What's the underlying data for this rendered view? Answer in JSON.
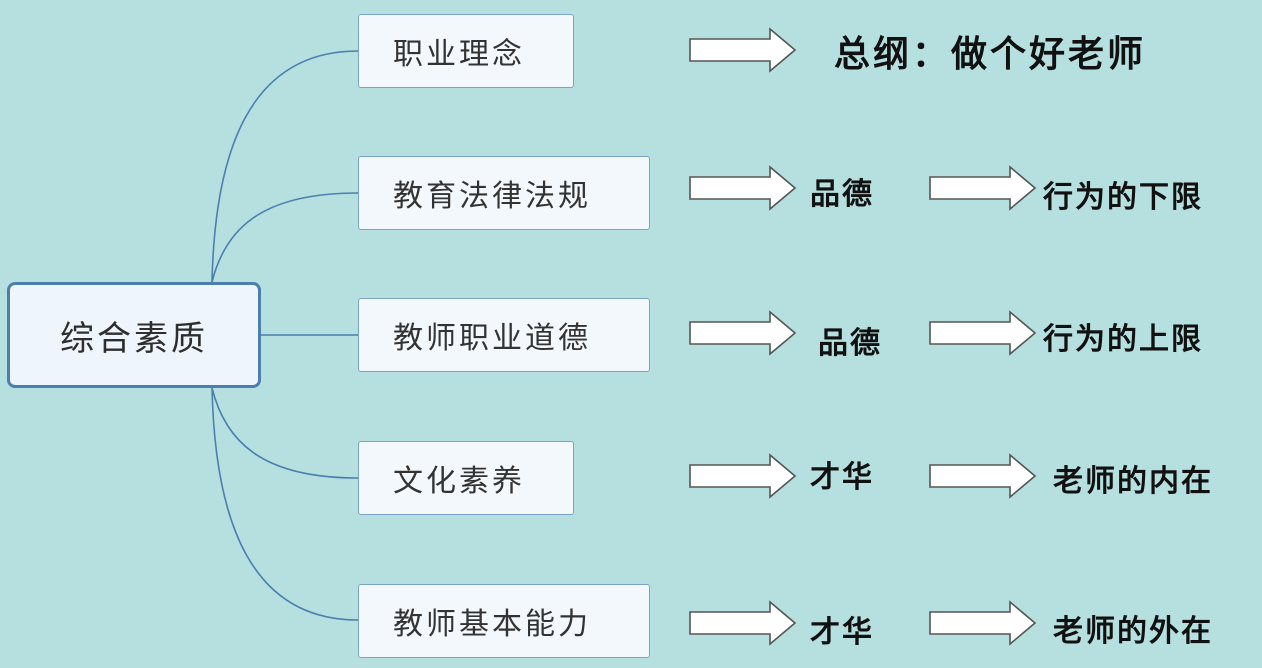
{
  "root": {
    "label": "综合素质"
  },
  "branches": [
    {
      "label": "职业理念",
      "quality": "总纲：做个好老师",
      "meaning": ""
    },
    {
      "label": "教育法律法规",
      "quality": "品德",
      "meaning": "行为的下限"
    },
    {
      "label": "教师职业道德",
      "quality": "品德",
      "meaning": "行为的上限"
    },
    {
      "label": "文化素养",
      "quality": "才华",
      "meaning": "老师的内在"
    },
    {
      "label": "教师基本能力",
      "quality": "才华",
      "meaning": "老师的外在"
    }
  ],
  "colors": {
    "background": "#b6e0df",
    "connector": "#4a7fae",
    "node_fill": "#f3f8fc",
    "arrow_fill": "#ffffff"
  }
}
